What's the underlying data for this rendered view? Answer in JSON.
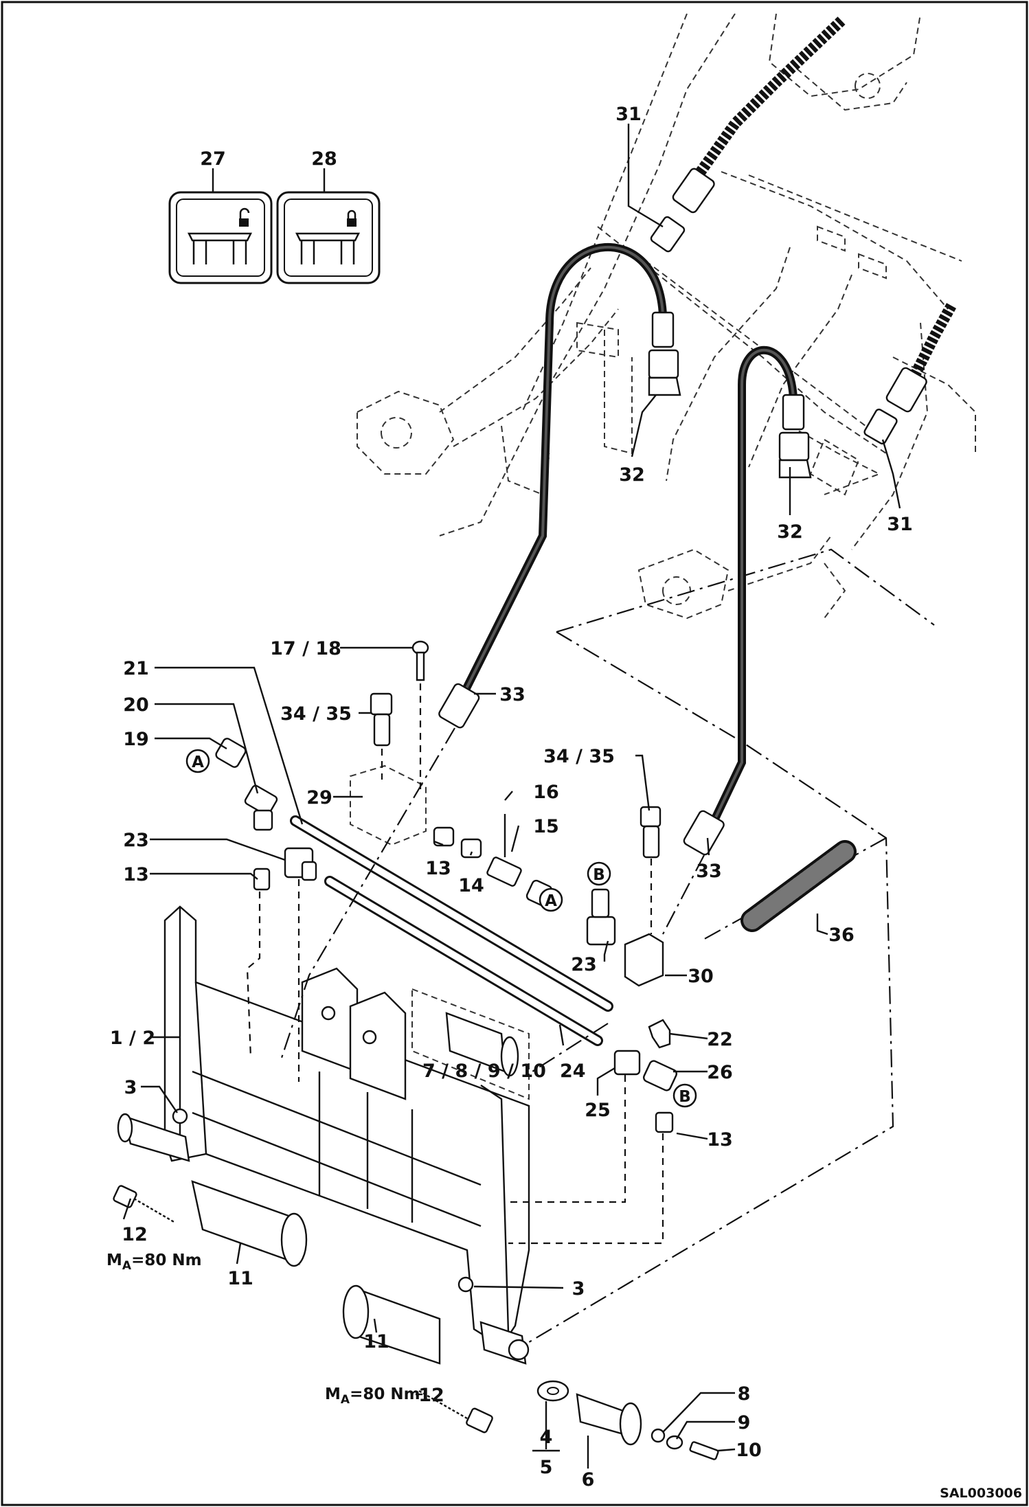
{
  "callouts": {
    "c27": "27",
    "c28": "28",
    "c31a": "31",
    "c31b": "31",
    "c32a": "32",
    "c32b": "32",
    "c17_18": "17 / 18",
    "c21": "21",
    "c20": "20",
    "c19": "19",
    "c34_35a": "34 / 35",
    "c34_35b": "34 / 35",
    "c33a": "33",
    "c33b": "33",
    "c29": "29",
    "c16": "16",
    "c15": "15",
    "c13a": "13",
    "c14": "14",
    "c13b": "13",
    "c13c": "13",
    "c23a": "23",
    "c23b": "23",
    "c30": "30",
    "c36": "36",
    "c1_2": "1 / 2",
    "c3a": "3",
    "c3b": "3",
    "c7_10": "7 / 8 / 9 / 10",
    "c24": "24",
    "c22": "22",
    "c26": "26",
    "c25": "25",
    "c12a": "12",
    "c12b": "12",
    "c11a": "11",
    "c11b": "11",
    "c8": "8",
    "c9": "9",
    "c10": "10",
    "c4": "4",
    "c5": "5",
    "c6": "6"
  },
  "markers": {
    "a1": "A",
    "a2": "A",
    "b1": "B",
    "b2": "B"
  },
  "torque": {
    "left_prefix": "M",
    "left_sub": "A",
    "left_value": "=80  Nm",
    "right_prefix": "M",
    "right_sub": "A",
    "right_value": "=80  Nm"
  },
  "drawing_code": "SAL003006"
}
